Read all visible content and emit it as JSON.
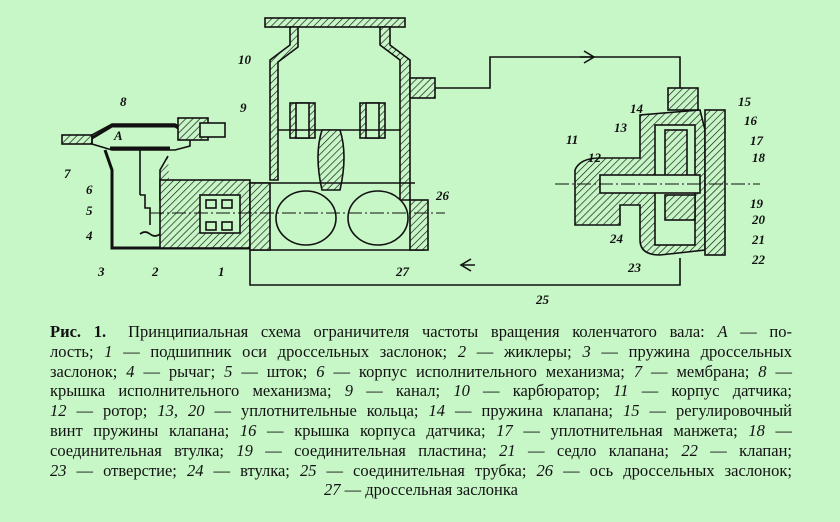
{
  "figure": {
    "labels": {
      "A": "A",
      "n1": "1",
      "n2": "2",
      "n3": "3",
      "n4": "4",
      "n5": "5",
      "n6": "6",
      "n7": "7",
      "n8": "8",
      "n9": "9",
      "n10": "10",
      "n11": "11",
      "n12": "12",
      "n13": "13",
      "n14": "14",
      "n15": "15",
      "n16": "16",
      "n17": "17",
      "n18": "18",
      "n19": "19",
      "n20": "20",
      "n21": "21",
      "n22": "22",
      "n23": "23",
      "n24": "24",
      "n25": "25",
      "n26": "26",
      "n27": "27"
    },
    "colors": {
      "background": "#c7f6c7",
      "ink": "#111111"
    }
  },
  "caption": {
    "lines": [
      [
        {
          "t": "Рис. 1.",
          "s": "b"
        },
        {
          "t": "Принципиальная схема ограничителя частоты вращения коленчатого вала: "
        },
        {
          "t": "А",
          "s": "i"
        },
        {
          "t": " — по-"
        }
      ],
      [
        {
          "t": "лость; "
        },
        {
          "t": "1",
          "s": "i"
        },
        {
          "t": " — подшипник оси дроссельных заслонок; "
        },
        {
          "t": "2",
          "s": "i"
        },
        {
          "t": " — жиклеры; "
        },
        {
          "t": "3",
          "s": "i"
        },
        {
          "t": " — пружина дроссельных"
        }
      ],
      [
        {
          "t": "заслонок; "
        },
        {
          "t": "4",
          "s": "i"
        },
        {
          "t": " — рычаг; "
        },
        {
          "t": "5",
          "s": "i"
        },
        {
          "t": " — шток; "
        },
        {
          "t": "6",
          "s": "i"
        },
        {
          "t": " — корпус исполнительного механизма; "
        },
        {
          "t": "7",
          "s": "i"
        },
        {
          "t": " — мембрана; "
        },
        {
          "t": "8",
          "s": "i"
        },
        {
          "t": " —"
        }
      ],
      [
        {
          "t": "крышка исполнительного механизма; "
        },
        {
          "t": "9",
          "s": "i"
        },
        {
          "t": " — канал; "
        },
        {
          "t": "10",
          "s": "i"
        },
        {
          "t": " — карбюратор; "
        },
        {
          "t": "11",
          "s": "i"
        },
        {
          "t": " — корпус датчика;"
        }
      ],
      [
        {
          "t": "12",
          "s": "i"
        },
        {
          "t": " — ротор; "
        },
        {
          "t": "13, 20",
          "s": "i"
        },
        {
          "t": " — уплотнительные кольца; "
        },
        {
          "t": "14",
          "s": "i"
        },
        {
          "t": " — пружина клапана; "
        },
        {
          "t": "15",
          "s": "i"
        },
        {
          "t": " — регулировочный"
        }
      ],
      [
        {
          "t": "винт пружины клапана; "
        },
        {
          "t": "16",
          "s": "i"
        },
        {
          "t": " — крышка корпуса датчика; "
        },
        {
          "t": "17",
          "s": "i"
        },
        {
          "t": " — уплотнительная манжета; "
        },
        {
          "t": "18",
          "s": "i"
        },
        {
          "t": " —"
        }
      ],
      [
        {
          "t": "соединительная втулка; "
        },
        {
          "t": "19",
          "s": "i"
        },
        {
          "t": " — соединительная пластина; "
        },
        {
          "t": "21",
          "s": "i"
        },
        {
          "t": " — седло клапана; "
        },
        {
          "t": "22",
          "s": "i"
        },
        {
          "t": " — клапан;"
        }
      ],
      [
        {
          "t": "23",
          "s": "i"
        },
        {
          "t": " — отверстие; "
        },
        {
          "t": "24",
          "s": "i"
        },
        {
          "t": " — втулка; "
        },
        {
          "t": "25",
          "s": "i"
        },
        {
          "t": " — соединительная трубка; "
        },
        {
          "t": "26",
          "s": "i"
        },
        {
          "t": " — ось дроссельных заслонок;"
        }
      ],
      [
        {
          "t": "27",
          "s": "i"
        },
        {
          "t": " — дроссельная заслонка"
        }
      ]
    ]
  }
}
